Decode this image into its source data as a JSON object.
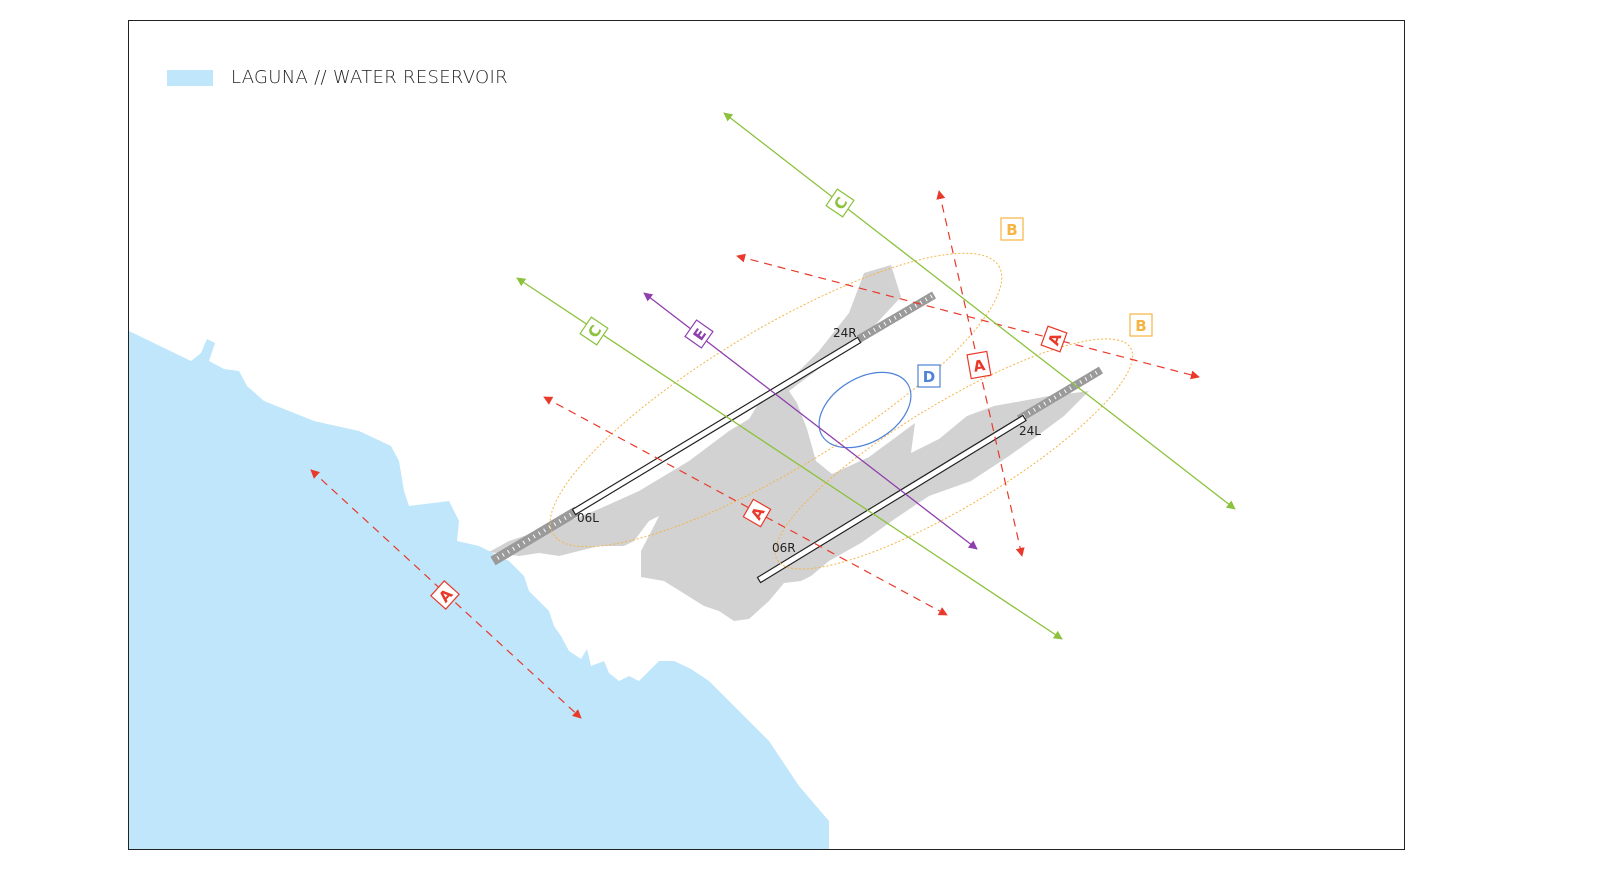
{
  "legend": {
    "label": "LAGUNA // WATER RESERVOIR",
    "color": "#bfe6fb"
  },
  "runways": [
    {
      "id": "06L"
    },
    {
      "id": "24R"
    },
    {
      "id": "06R"
    },
    {
      "id": "24L"
    }
  ],
  "zones": {
    "A": {
      "label": "A",
      "color": "#e8392a"
    },
    "B": {
      "label": "B",
      "color": "#f5b446"
    },
    "C": {
      "label": "C",
      "color": "#8cc23e"
    },
    "D": {
      "label": "D",
      "color": "#4f82d8"
    },
    "E": {
      "label": "E",
      "color": "#8e3fae"
    }
  },
  "colors": {
    "water": "#bfe6fb",
    "airfield": "#d2d2d2",
    "frame": "#222222"
  }
}
